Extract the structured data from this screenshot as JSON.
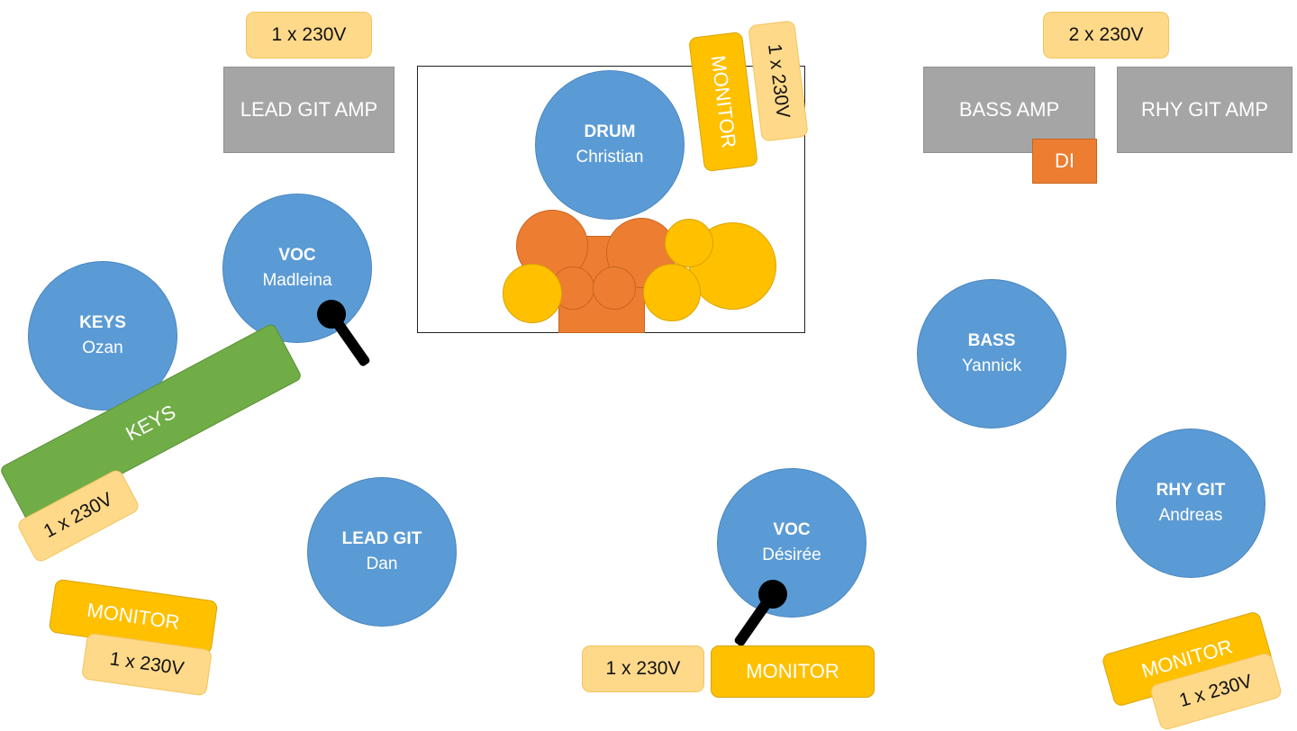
{
  "power_label": "1 x 230V",
  "power_label_double": "2 x 230V",
  "amps": {
    "lead_git": "LEAD GIT AMP",
    "bass": "BASS AMP",
    "rhy_git": "RHY GIT AMP",
    "di": "DI"
  },
  "monitor_label": "MONITOR",
  "keyboard_label": "KEYS",
  "musicians": [
    {
      "role": "DRUM",
      "name": "Christian"
    },
    {
      "role": "VOC",
      "name": "Madleina"
    },
    {
      "role": "KEYS",
      "name": "Ozan"
    },
    {
      "role": "LEAD GIT",
      "name": "Dan"
    },
    {
      "role": "VOC",
      "name": "Désirée"
    },
    {
      "role": "BASS",
      "name": "Yannick"
    },
    {
      "role": "RHY GIT",
      "name": "Andreas"
    }
  ],
  "colors": {
    "musician": "#5b9bd5",
    "amp": "#a5a5a5",
    "monitor": "#ffc000",
    "power": "#ffd98a",
    "drums": "#ed7d31",
    "cymbals": "#ffc000",
    "keyboard": "#70ad47",
    "di_box": "#ed7d31"
  }
}
